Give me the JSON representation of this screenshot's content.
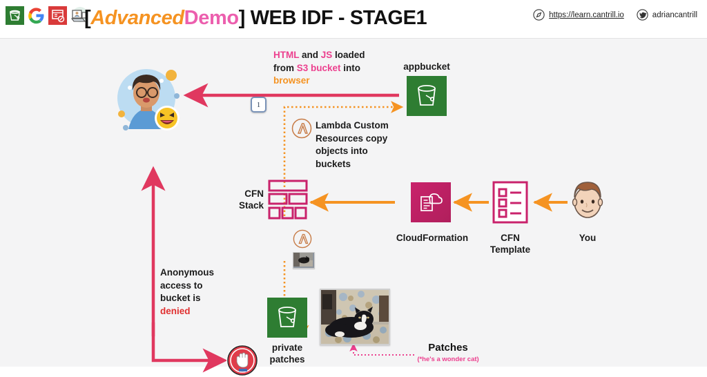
{
  "header": {
    "title_prefix": "[",
    "title_advanced": "Advanced",
    "title_demo": "Demo",
    "title_suffix": "] WEB IDF - STAGE1",
    "icons": [
      {
        "name": "s3-bucket-icon"
      },
      {
        "name": "google-icon"
      },
      {
        "name": "document-red-icon"
      },
      {
        "name": "training-icon"
      }
    ],
    "site_url": "https://learn.cantrill.io",
    "twitter_handle": "adriancantrill"
  },
  "diagram": {
    "step1": {
      "badge": "1",
      "line1_a": "HTML",
      "line1_b": " and ",
      "line1_c": "JS",
      "line1_d": " loaded",
      "line2_a": "from ",
      "line2_b": "S3 bucket",
      "line2_c": " into",
      "line3": "browser"
    },
    "appbucket_label": "appbucket",
    "lambda_note": {
      "line1": "Lambda Custom",
      "line2": "Resources copy",
      "line3": "objects into",
      "line4": "buckets"
    },
    "cfn_stack_label_1": "CFN",
    "cfn_stack_label_2": "Stack",
    "cloudformation_label": "CloudFormation",
    "cfn_template_label_1": "CFN",
    "cfn_template_label_2": "Template",
    "you_label": "You",
    "anonymous_note": {
      "line1": "Anonymous",
      "line2": "access to",
      "line3": "bucket is",
      "line4": "denied"
    },
    "private_bucket_label_1": "private",
    "private_bucket_label_2": "patches",
    "patches_label": "Patches",
    "patches_sub": "(*he's a wonder cat)"
  },
  "colors": {
    "pink": "#ec3f8e",
    "orange": "#f59322",
    "red": "#e03030",
    "aws_green": "#2e7d32",
    "cfn_magenta": "#c9226b",
    "background": "#f4f4f5"
  }
}
